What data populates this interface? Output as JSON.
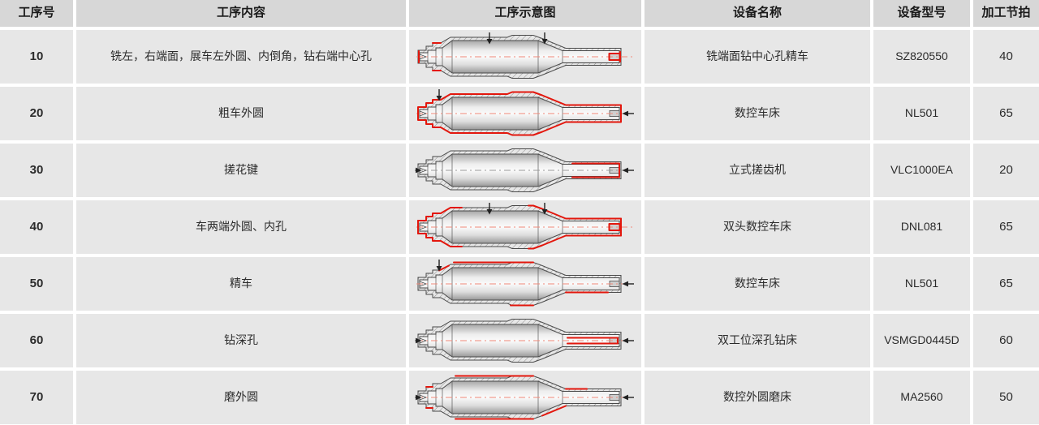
{
  "colors": {
    "header_bg": "#d7d7d7",
    "row_bg": "#e7e7e7",
    "gap_bg": "#ffffff",
    "header_text": "#1a1a1a",
    "body_text": "#2b2b2b",
    "diagram_red": "#e3170d",
    "diagram_centerline": "#f08878",
    "diagram_centerline_gray": "#9a9a9a",
    "diagram_outline": "#4a4a4a",
    "diagram_arrow": "#222222"
  },
  "table": {
    "columns": [
      {
        "key": "no",
        "label": "工序号"
      },
      {
        "key": "content",
        "label": "工序内容"
      },
      {
        "key": "diagram",
        "label": "工序示意图"
      },
      {
        "key": "equipment",
        "label": "设备名称"
      },
      {
        "key": "model",
        "label": "设备型号"
      },
      {
        "key": "takt",
        "label": "加工节拍"
      }
    ],
    "rows": [
      {
        "no": "10",
        "content": "铣左，右端面，展车左外圆、内倒角，钻右端中心孔",
        "equipment": "铣端面钻中心孔精车",
        "model": "SZ820550",
        "takt": "40",
        "diagram": {
          "variant": "end-faces",
          "arrows": [
            "down:92",
            "down:160"
          ],
          "centerline": "red"
        }
      },
      {
        "no": "20",
        "content": "粗车外圆",
        "equipment": "数控车床",
        "model": "NL501",
        "takt": "65",
        "diagram": {
          "variant": "outer-contour",
          "arrows": [
            "down:30",
            "left-end"
          ],
          "centerline": "red"
        }
      },
      {
        "no": "30",
        "content": "搓花键",
        "equipment": "立式搓齿机",
        "model": "VLC1000EA",
        "takt": "20",
        "diagram": {
          "variant": "spline-right",
          "arrows": [
            "right-start",
            "left-end"
          ],
          "centerline": "gray"
        }
      },
      {
        "no": "40",
        "content": "车两端外圆、内孔",
        "equipment": "双头数控车床",
        "model": "DNL081",
        "takt": "65",
        "diagram": {
          "variant": "both-ends",
          "arrows": [
            "down:92",
            "down:160"
          ],
          "centerline": "red"
        }
      },
      {
        "no": "50",
        "content": "精车",
        "equipment": "数控车床",
        "model": "NL501",
        "takt": "65",
        "diagram": {
          "variant": "finish-surfaces",
          "arrows": [
            "down:30",
            "left-end"
          ],
          "centerline": "red"
        }
      },
      {
        "no": "60",
        "content": "钻深孔",
        "equipment": "双工位深孔钻床",
        "model": "VSMGD0445D",
        "takt": "60",
        "diagram": {
          "variant": "deep-hole",
          "arrows": [
            "right-start",
            "left-end"
          ],
          "centerline": "red"
        }
      },
      {
        "no": "70",
        "content": "磨外圆",
        "equipment": "数控外圆磨床",
        "model": "MA2560",
        "takt": "50",
        "diagram": {
          "variant": "grind-surfaces",
          "arrows": [
            "right-start",
            "left-end"
          ],
          "centerline": "red"
        }
      }
    ]
  }
}
